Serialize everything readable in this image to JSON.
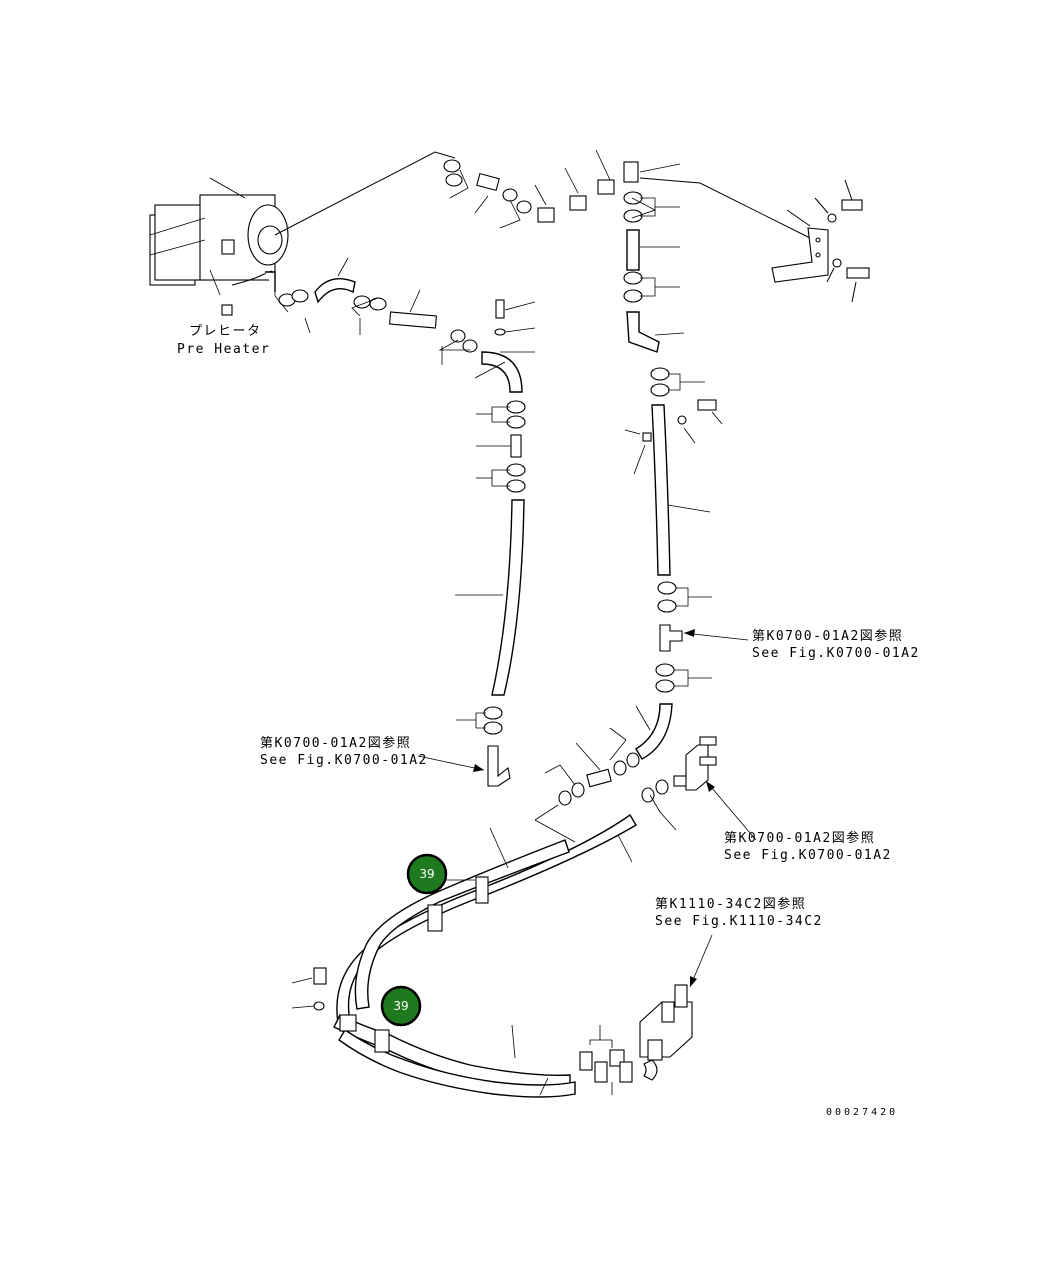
{
  "labels": {
    "preheater_jp": "プレヒータ",
    "preheater_en": "Pre Heater",
    "ref_a_jp": "第K0700-01A2図参照",
    "ref_a_en": "See Fig.K0700-01A2",
    "ref_b_jp": "第K0700-01A2図参照",
    "ref_b_en": "See Fig.K0700-01A2",
    "ref_c_jp": "第K0700-01A2図参照",
    "ref_c_en": "See Fig.K0700-01A2",
    "ref_d_jp": "第K1110-34C2図参照",
    "ref_d_en": "See Fig.K1110-34C2",
    "figure_number": "00027420"
  },
  "callouts": [
    {
      "number": "39",
      "color": "#1f7a1f"
    },
    {
      "number": "39",
      "color": "#1f7a1f"
    }
  ]
}
